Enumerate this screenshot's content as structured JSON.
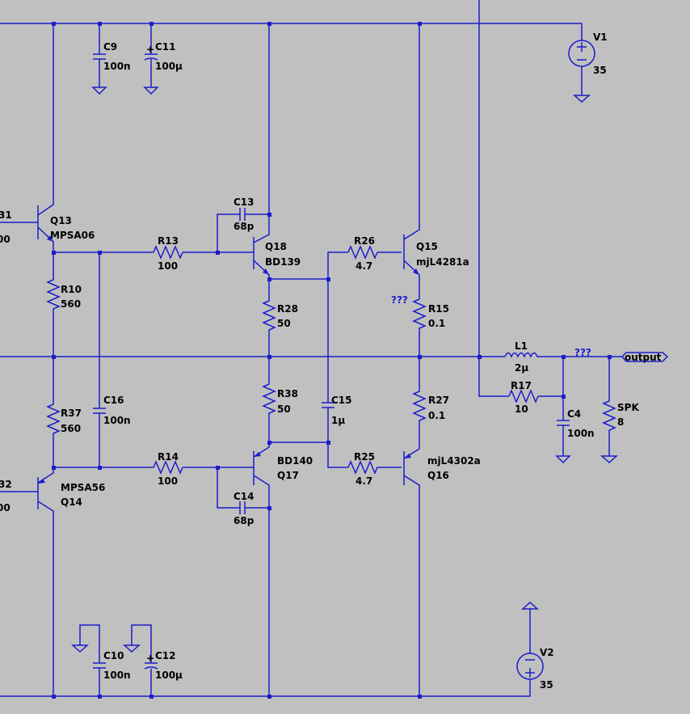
{
  "labels": {
    "c9": "C9",
    "c9_val": "100n",
    "c11": "C11",
    "c11_val": "100µ",
    "v1": "V1",
    "v1_val": "35",
    "c13": "C13",
    "c13_val": "68p",
    "q13": "Q13",
    "q13_model": "MPSA06",
    "r13": "R13",
    "r13_val": "100",
    "q18": "Q18",
    "q18_model": "BD139",
    "r26": "R26",
    "r26_val": "4.7",
    "q15": "Q15",
    "q15_model": "mjL4281a",
    "r10": "R10",
    "r10_val": "560",
    "r28": "R28",
    "r28_val": "50",
    "r15": "R15",
    "r15_val": "0.1",
    "unk1": "???",
    "unk2": "???",
    "l1": "L1",
    "l1_val": "2µ",
    "output": "output",
    "r17": "R17",
    "r17_val": "10",
    "c4": "C4",
    "c4_val": "100n",
    "spk": "SPK",
    "spk_val": "8",
    "r37": "R37",
    "r37_val": "560",
    "c16": "C16",
    "c16_val": "100n",
    "r38": "R38",
    "r38_val": "50",
    "c15": "C15",
    "c15_val": "1µ",
    "r27": "R27",
    "r27_val": "0.1",
    "q14_model": "MPSA56",
    "q14": "Q14",
    "r14": "R14",
    "r14_val": "100",
    "q17_model": "BD140",
    "q17": "Q17",
    "r25": "R25",
    "r25_val": "4.7",
    "q16_model": "mjL4302a",
    "q16": "Q16",
    "c14": "C14",
    "c14_val": "68p",
    "c10": "C10",
    "c10_val": "100n",
    "c12": "C12",
    "c12_val": "100µ",
    "v2": "V2",
    "v2_val": "35",
    "r31_frag": "31",
    "r31_val_frag": "00",
    "r32_frag": "32",
    "r32_val_frag": "00"
  }
}
